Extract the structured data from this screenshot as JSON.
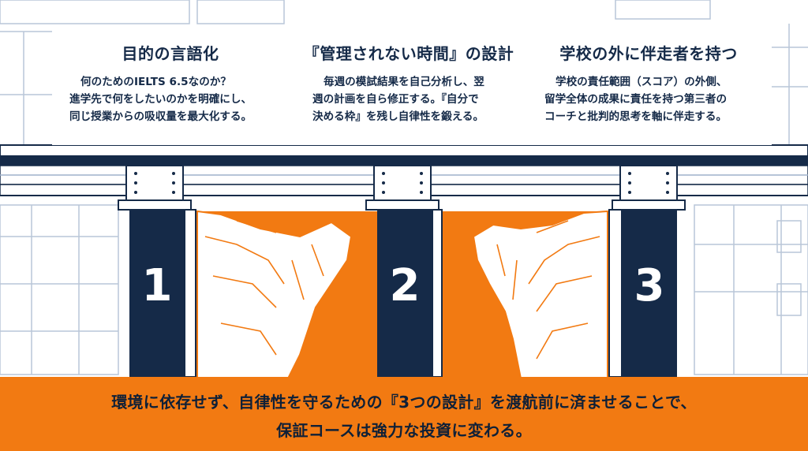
{
  "columns": [
    {
      "title": "目的の言語化",
      "lines": [
        "何のためのIELTS 6.5なのか？",
        "進学先で何をしたいのかを明確にし、",
        "同じ授業からの吸収量を最大化する。"
      ]
    },
    {
      "title": "『管理されない時間』の設計",
      "lines": [
        "毎週の模試結果を自己分析し、翌",
        "週の計画を自ら修正する。『自分で",
        "決める枠』を残し自律性を鍛える。"
      ]
    },
    {
      "title": "学校の外に伴走者を持つ",
      "lines": [
        "学校の責任範囲（スコア）の外側、",
        "留学全体の成果に責任を持つ第三者の",
        "コーチと批判的思考を軸に伴走する。"
      ]
    }
  ],
  "pillars": [
    "1",
    "2",
    "3"
  ],
  "footer": {
    "line1": "環境に依存せず、自律性を守るための『3つの設計』を渡航前に済ませることで、",
    "line2": "保証コースは強力な投資に変わる。"
  },
  "colors": {
    "navy": "#152a48",
    "orange": "#f27a12",
    "line_blue": "#9fb2cc"
  }
}
